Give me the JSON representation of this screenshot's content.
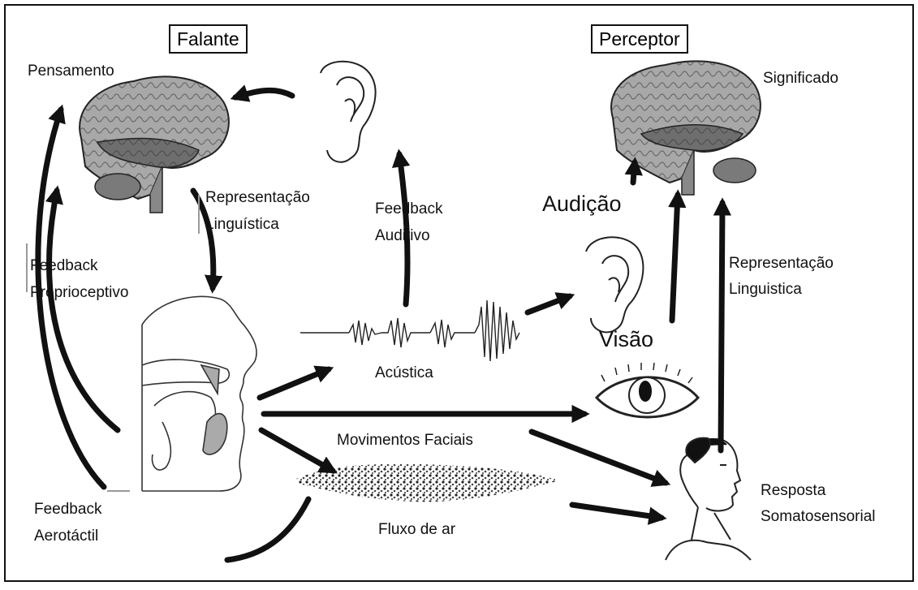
{
  "speaker": {
    "title": "Falante",
    "thought": "Pensamento",
    "linguistic_rep": [
      "Representação",
      "Linguística"
    ],
    "proprioceptive": [
      "Feedback",
      "Proprioceptivo"
    ],
    "auditory_feedback": [
      "Feedback",
      "Auditivo"
    ],
    "aerotactile": [
      "Feedback",
      "Aerotáctil"
    ]
  },
  "perceiver": {
    "title": "Perceptor",
    "meaning": "Significado",
    "hearing": "Audição",
    "vision": "Visão",
    "linguistic_rep": [
      "Representação",
      "Linguistica"
    ],
    "somatosensory": [
      "Resposta",
      "Somatosensorial"
    ]
  },
  "channels": {
    "acoustic": "Acústica",
    "facial": "Movimentos Faciais",
    "airflow": "Fluxo de ar"
  },
  "icons": [
    "brain-icon",
    "ear-icon",
    "eye-icon",
    "vocal-tract-icon",
    "face-icon",
    "waveform-icon",
    "airflow-icon"
  ],
  "colors": {
    "ink": "#111111",
    "brain_light": "#9a9a9a",
    "brain_dark": "#6e6e6e"
  }
}
